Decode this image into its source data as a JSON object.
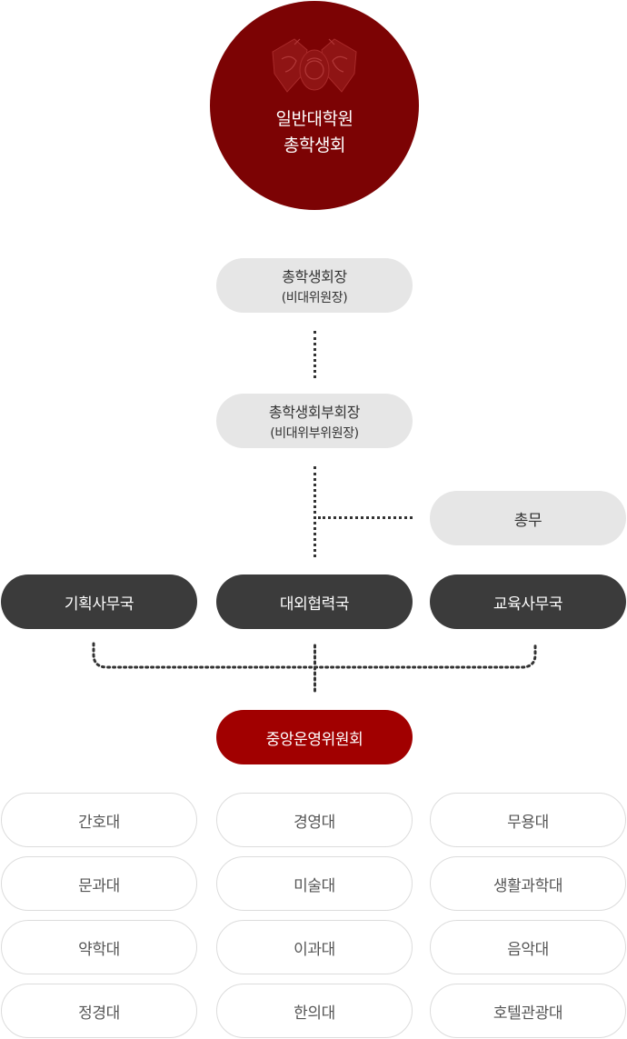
{
  "org": {
    "top": {
      "line1": "일반대학원",
      "line2": "총학생회",
      "seal_icon": "university-seal-icon",
      "color": "#7c0304"
    },
    "president": {
      "title": "총학생회장",
      "sub": "(비대위원장)"
    },
    "vice_president": {
      "title": "총학생회부회장",
      "sub": "(비대위부위원장)"
    },
    "general_affairs": "총무",
    "bureaus": [
      "기획사무국",
      "대외협력국",
      "교육사무국"
    ],
    "committee": "중앙운영위원회",
    "colleges": [
      [
        "간호대",
        "경영대",
        "무용대"
      ],
      [
        "문과대",
        "미술대",
        "생활과학대"
      ],
      [
        "약학대",
        "이과대",
        "음악대"
      ],
      [
        "정경대",
        "한의대",
        "호텔관광대"
      ]
    ],
    "colors": {
      "dark": "#3b3b3b",
      "red": "#a10000",
      "gray": "#e6e6e6"
    }
  }
}
